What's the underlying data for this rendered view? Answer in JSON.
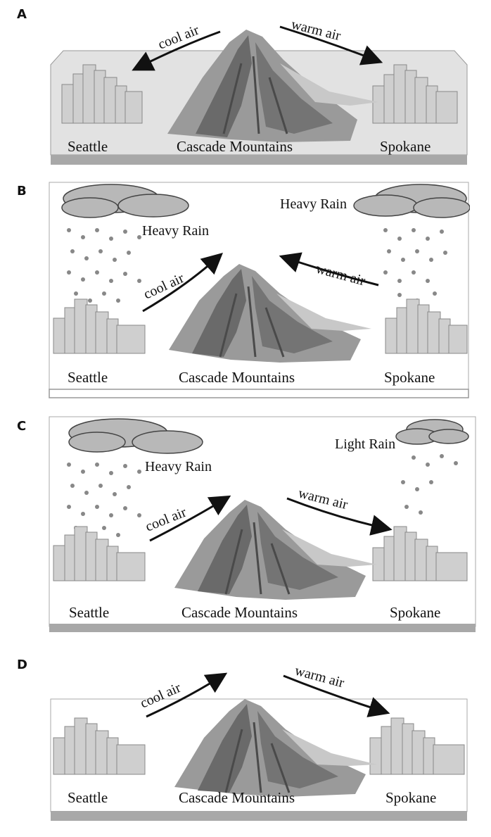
{
  "panels": [
    {
      "label": "A",
      "arrows": {
        "left": "cool air",
        "right": "warm air"
      },
      "rain_left": "",
      "rain_right": "",
      "places": {
        "left": "Seattle",
        "center": "Cascade Mountains",
        "right": "Spokane"
      }
    },
    {
      "label": "B",
      "arrows": {
        "left": "cool air",
        "right": "warm air"
      },
      "rain_left": "Heavy Rain",
      "rain_right": "Heavy Rain",
      "places": {
        "left": "Seattle",
        "center": "Cascade Mountains",
        "right": "Spokane"
      }
    },
    {
      "label": "C",
      "arrows": {
        "left": "cool air",
        "right": "warm air"
      },
      "rain_left": "Heavy Rain",
      "rain_right": "Light Rain",
      "places": {
        "left": "Seattle",
        "center": "Cascade Mountains",
        "right": "Spokane"
      }
    },
    {
      "label": "D",
      "arrows": {
        "left": "cool air",
        "right": "warm air"
      },
      "rain_left": "",
      "rain_right": "",
      "places": {
        "left": "Seattle",
        "center": "Cascade Mountains",
        "right": "Spokane"
      }
    }
  ],
  "colors": {
    "ground": "#bdbdbd",
    "ground_light": "#e3e3e3",
    "mountain": "#8a8a8a",
    "mountain_dark": "#5a5a5a",
    "cloud": "#b5b5b5",
    "city": "#c8c8c8"
  },
  "icons": [
    "mountain-icon",
    "city-icon",
    "cloud-icon",
    "raindrops-icon",
    "arrow-icon"
  ]
}
